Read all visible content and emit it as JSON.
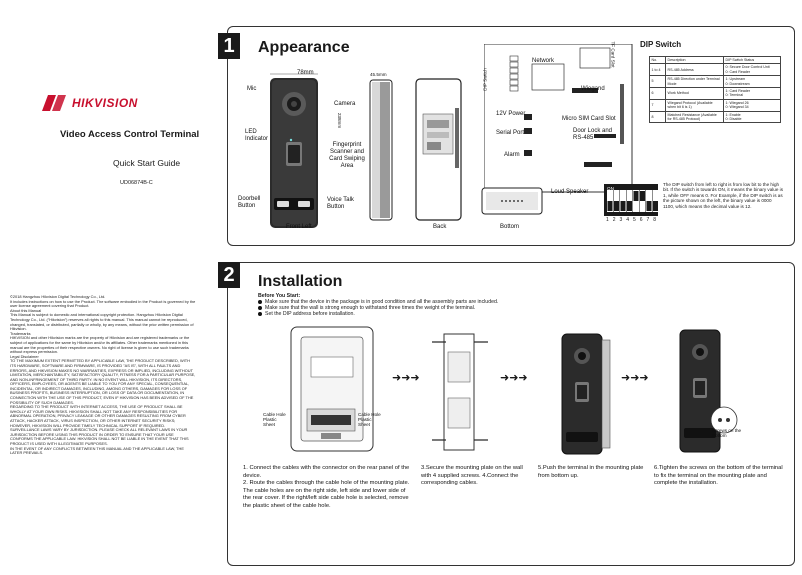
{
  "cover": {
    "brand": "HIKVISION",
    "product_title": "Video Access Control Terminal",
    "guide_title": "Quick Start Guide",
    "doc_id": "UD06874B-C"
  },
  "legal": [
    "©2018 Hangzhou Hikvision Digital Technology Co., Ltd.",
    "It includes instructions on how to use the Product. The software embodied in the Product is governed by the user license agreement covering that Product.",
    "About this Manual",
    "This Manual is subject to domestic and international copyright protection. Hangzhou Hikvision Digital Technology Co., Ltd. (\"Hikvision\") reserves all rights to this manual. This manual cannot be reproduced, changed, translated, or distributed, partially or wholly, by any means, without the prior written permission of Hikvision.",
    "Trademarks",
    "HIKVISION and other Hikvision marks are the property of Hikvision and are registered trademarks or the subject of applications for the same by Hikvision and/or its affiliates. Other trademarks mentioned in this manual are the properties of their respective owners. No right of license is given to use such trademarks without express permission.",
    "Legal Disclaimer",
    "TO THE MAXIMUM EXTENT PERMITTED BY APPLICABLE LAW, THE PRODUCT DESCRIBED, WITH ITS HARDWARE, SOFTWARE AND FIRMWARE, IS PROVIDED \"AS IS\", WITH ALL FAULTS AND ERRORS, AND HIKVISION MAKES NO WARRANTIES, EXPRESS OR IMPLIED, INCLUDING WITHOUT LIMITATION, MERCHANTABILITY, SATISFACTORY QUALITY, FITNESS FOR A PARTICULAR PURPOSE, AND NON-INFRINGEMENT OF THIRD PARTY. IN NO EVENT WILL HIKVISION, ITS DIRECTORS, OFFICERS, EMPLOYEES, OR AGENTS BE LIABLE TO YOU FOR ANY SPECIAL, CONSEQUENTIAL, INCIDENTAL, OR INDIRECT DAMAGES, INCLUDING, AMONG OTHERS, DAMAGES FOR LOSS OF BUSINESS PROFITS, BUSINESS INTERRUPTION, OR LOSS OF DATA OR DOCUMENTATION, IN CONNECTION WITH THE USE OF THIS PRODUCT, EVEN IF HIKVISION HAS BEEN ADVISED OF THE POSSIBILITY OF SUCH DAMAGES.",
    "REGARDING TO THE PRODUCT WITH INTERNET ACCESS, THE USE OF PRODUCT SHALL BE WHOLLY AT YOUR OWN RISKS. HIKVISION SHALL NOT TAKE ANY RESPONSIBILITIES FOR ABNORMAL OPERATION, PRIVACY LEAKAGE OR OTHER DAMAGES RESULTING FROM CYBER ATTACK, HACKER ATTACK, VIRUS INSPECTION, OR OTHER INTERNET SECURITY RISKS; HOWEVER, HIKVISION WILL PROVIDE TIMELY TECHNICAL SUPPORT IF REQUIRED.",
    "SURVEILLANCE LAWS VARY BY JURISDICTION. PLEASE CHECK ALL RELEVANT LAWS IN YOUR JURISDICTION BEFORE USING THIS PRODUCT IN ORDER TO ENSURE THAT YOUR USE CONFORMS THE APPLICABLE LAW. HIKVISION SHALL NOT BE LIABLE IN THE EVENT THAT THIS PRODUCT IS USED WITH ILLEGITIMATE PURPOSES.",
    "IN THE EVENT OF ANY CONFLICTS BETWEEN THIS MANUAL AND THE APPLICABLE LAW, THE LATER PREVAILS."
  ],
  "appearance": {
    "number": "1",
    "title": "Appearance",
    "dims": {
      "width": "78mm",
      "depth": "45.5mm",
      "height": "238mm"
    },
    "labels": {
      "mic": "Mic",
      "camera": "Camera",
      "led_indicator": "LED Indicator",
      "fingerprint": "Fingerprint Scanner and Card Swiping Area",
      "doorbell": "Doorbell Button",
      "voice_talk": "Voice Talk Button",
      "front_left": "Front Left",
      "back": "Back",
      "bottom": "Bottom",
      "loud_speaker": "Loud Speaker"
    },
    "board": {
      "dip_switch": "DIP Switch",
      "network": "Network",
      "tf_card_slot": "TF Card Slot",
      "wiegand": "Wiegand",
      "power": "12V Power",
      "serial_port": "Serial Port",
      "micro_sim": "Micro SIM Card Slot",
      "door_lock": "Door Lock and RS-485",
      "alarm": "Alarm"
    }
  },
  "dip": {
    "title": "DIP Switch",
    "headers": [
      "No.",
      "Description",
      "DIP Switch Status"
    ],
    "rows": [
      {
        "no": "1 to 4",
        "desc": "RS-485 Address",
        "status": "0: Secure Door Control Unit\n0: Card Reader"
      },
      {
        "no": "5",
        "desc": "RS-485 Direction under Terminal Mode",
        "status": "1: Upstream\n0: Downstream"
      },
      {
        "no": "6",
        "desc": "Work Method",
        "status": "1: Card Reader\n0: Terminal"
      },
      {
        "no": "7",
        "desc": "Wiegand Protocol (Available when bit 6 is 1)",
        "status": "1: Wiegand 26\n0: Wiegand 34"
      },
      {
        "no": "8",
        "desc": "Matched Resistance (Available for RS-485 Protocol)",
        "status": "1: Enable\n0: Disable"
      }
    ],
    "switch_on_label": "ON",
    "switch_numbers": [
      "1",
      "2",
      "3",
      "4",
      "5",
      "6",
      "7",
      "8"
    ],
    "switch_states": [
      0,
      0,
      0,
      0,
      1,
      1,
      0,
      0
    ],
    "description": "The DIP switch from left to right is from low bit to the high bit. If the switch is towards ON, it means the binary value is 1, while OFF means 0. For Example, if the DIP switch is as the picture shown on the left, the binary value is 0000 1100, which means the decimal value is 12."
  },
  "installation": {
    "number": "2",
    "title": "Installation",
    "before_title": "Before You Start:",
    "before_items": [
      "Make sure that the device in the package is in good condition and all the assembly parts are included.",
      "Make sure that the wall is strong enough to withstand three times the weight of the terminal.",
      "Set the DIP address before installation."
    ],
    "cable_hole_left": "Cable Hole Plastic Sheet",
    "cable_hole_right": "Cable Hole Plastic Sheet",
    "screws_label": "Screws on the Bottom",
    "arrows": "➜➜➜",
    "steps": {
      "s1": "1. Connect the cables with the connector on the rear panel of the device.",
      "s2": "2. Route the cables through the cable hole of the mounting plate. The cable holes are on the right side, left side and lower side of the rear cover. If the right/left side cable hole is selected, remove the plastic sheet of the cable hole.",
      "s3": "3.Secure the mounting plate on the wall with 4 supplied screws. 4.Connect the corresponding cables.",
      "s5": "5.Push the terminal in the mounting plate from bottom up.",
      "s6": "6.Tighten the screws on the bottom of the terminal to fix the terminal on the mounting plate and complete the installation."
    }
  },
  "colors": {
    "brand_red": "#c8102e",
    "ink": "#1a1a1a",
    "device_body": "#2b2b2b"
  }
}
